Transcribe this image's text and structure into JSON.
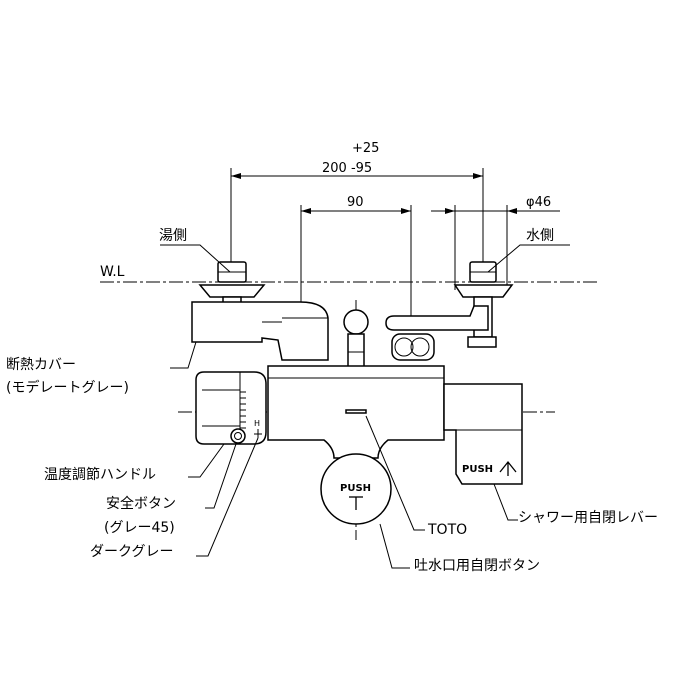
{
  "dimensions": {
    "tolerance_plus": "+25",
    "center_distance": "200 -95",
    "spout_offset": "90",
    "diameter": "φ46"
  },
  "labels": {
    "wl": "W.L",
    "hot_side": "湯側",
    "cold_side": "水側",
    "insulation_cover": "断熱カバー",
    "insulation_cover_color": "(モデレートグレー)",
    "temp_handle": "温度調節ハンドル",
    "safety_button": "安全ボタン",
    "safety_button_color": "(グレー45)",
    "dark_gray": "ダークグレー",
    "brand": "TOTO",
    "shower_lever": "シャワー用自閉レバー",
    "spout_button": "吐水口用自閉ボタン"
  },
  "marks": {
    "push_lever": "PUSH",
    "push_button": "PUSH",
    "handle_h": "H"
  }
}
